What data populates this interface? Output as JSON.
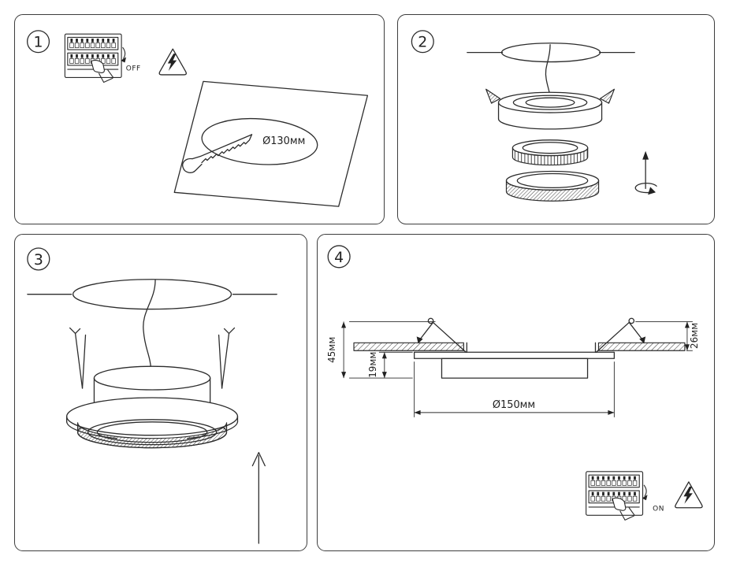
{
  "page": {
    "background": "#ffffff",
    "line_color": "#2c2c2c"
  },
  "panels": {
    "step1": {
      "number": "1",
      "switch_label": "OFF",
      "cutout_diameter": "Ø130мм"
    },
    "step2": {
      "number": "2"
    },
    "step3": {
      "number": "3"
    },
    "step4": {
      "number": "4",
      "dim_total_height": "45мм",
      "dim_recess_depth": "19мм",
      "dim_above_ceiling": "26мм",
      "dim_flange_diameter": "Ø150мм",
      "switch_label": "ON"
    }
  },
  "icons": {
    "step1": [
      "circuit-breaker-panel",
      "pointing-hand",
      "electric-shock-warning-triangle",
      "hole-saw"
    ],
    "step2": [
      "rotate-arrow"
    ],
    "step3": [
      "up-arrow"
    ],
    "step4": [
      "circuit-breaker-panel",
      "pointing-hand",
      "electric-shock-warning-triangle"
    ]
  }
}
